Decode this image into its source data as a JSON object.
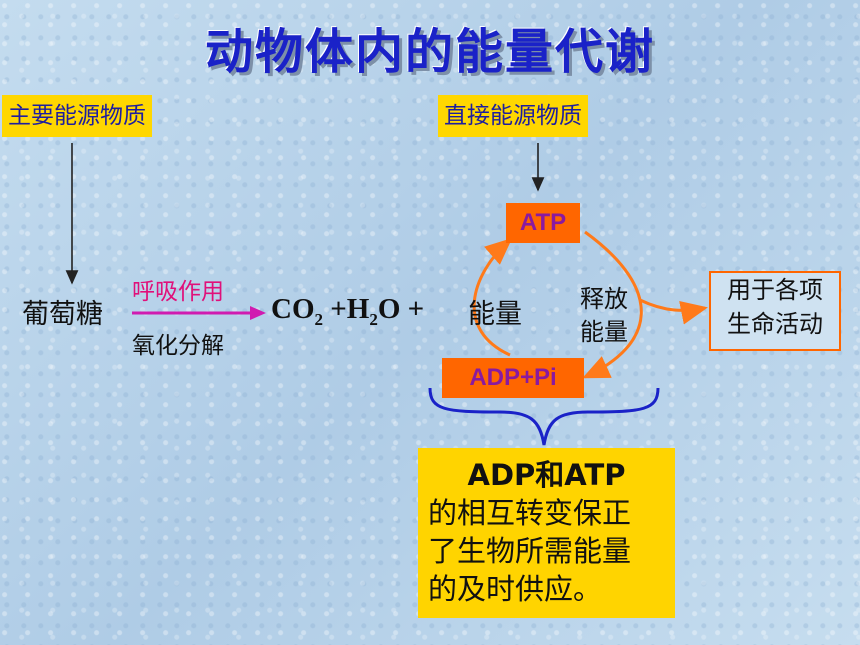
{
  "title": "动物体内的能量代谢",
  "labels": {
    "main_energy": "主要能源物质",
    "direct_energy": "直接能源物质",
    "glucose": "葡萄糖",
    "respiration": "呼吸作用",
    "oxidation": "氧化分解",
    "energy": "能量",
    "release_1": "释放",
    "release_2": "能量",
    "atp": "ATP",
    "adp_pi": "ADP+Pi"
  },
  "equation": {
    "co2_main": "CO",
    "co2_sub": "2",
    "plus_h": "+H",
    "h2o_sub": "2",
    "o_plus": "O + "
  },
  "use": {
    "line1": "用于各项",
    "line2": "生命活动"
  },
  "note": {
    "line1": "ADP和ATP",
    "line2": "的相互转变保正",
    "line3": "了生物所需能量",
    "line4": "的及时供应。"
  },
  "colors": {
    "title": "#1a22c8",
    "label_bg": "#ffd700",
    "node_bg": "#ff6600",
    "arrow_orange": "#ff7a1a",
    "respiration_arrow": "#d01bb0",
    "respiration_text": "#e0107a"
  }
}
